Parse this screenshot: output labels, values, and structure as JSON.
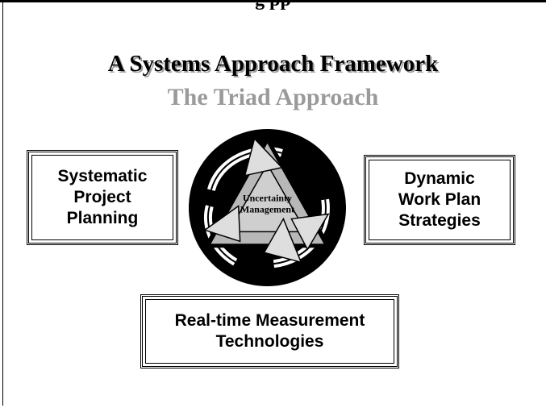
{
  "header": {
    "cut_heading": "g                              pp"
  },
  "title": "A Systems Approach Framework",
  "subtitle": "The Triad Approach",
  "emblem": {
    "center_label_line1": "Uncertainty",
    "center_label_line2": "Management"
  },
  "boxes": {
    "left": [
      "Systematic",
      "Project",
      "Planning"
    ],
    "right": [
      "Dynamic",
      "Work Plan",
      "Strategies"
    ],
    "bottom": [
      "Real-time Measurement",
      "Technologies"
    ]
  },
  "colors": {
    "ink": "#000000",
    "subtitle_gray": "#9a9a9a",
    "triangle_gray": "#b8b8b8",
    "arrow_light": "#dedede"
  }
}
